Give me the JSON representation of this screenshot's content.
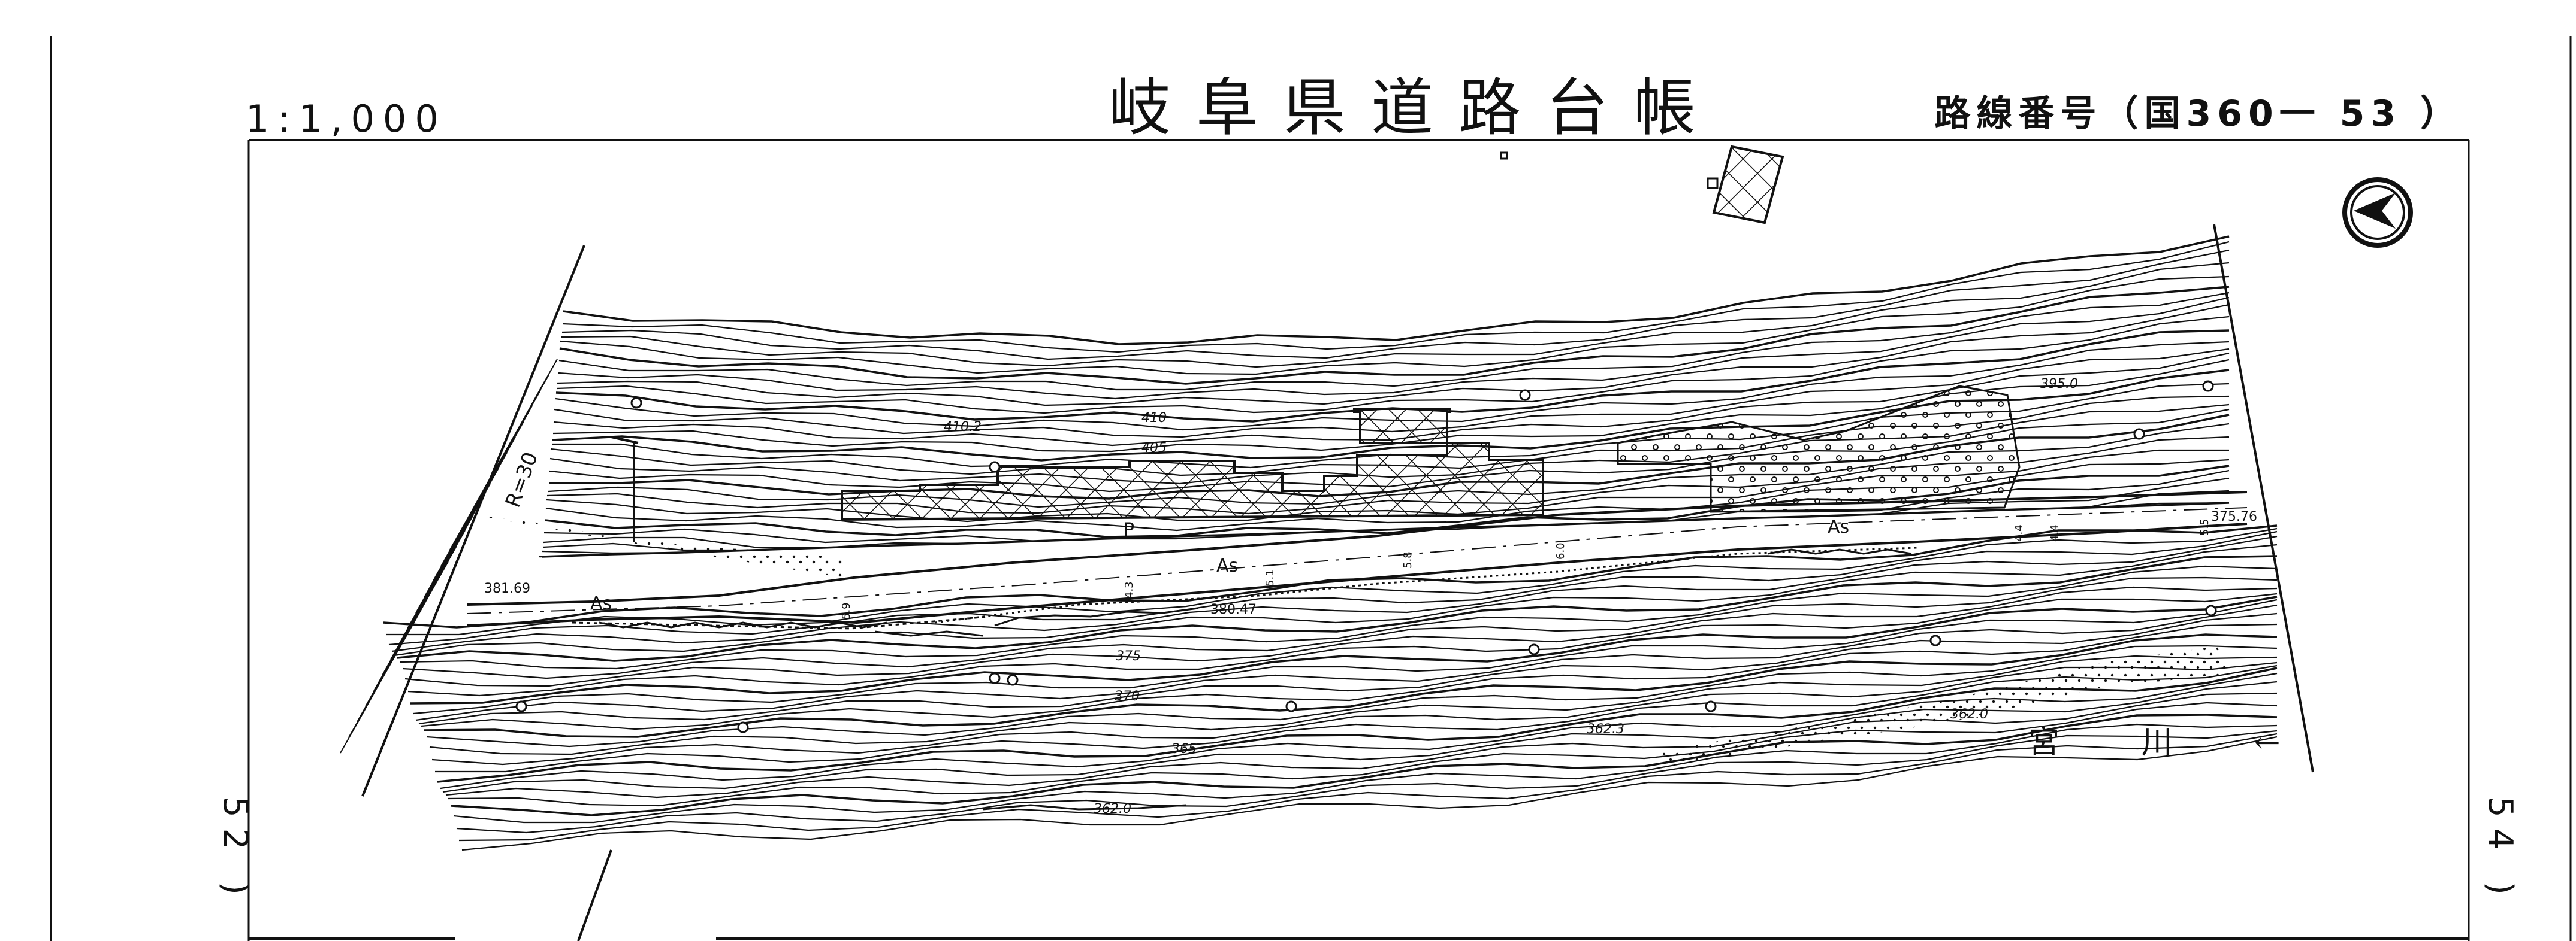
{
  "header": {
    "scale": "1:1,000",
    "title": "岐阜県道路台帳",
    "route_label": "路線番号（国360一 53 ）"
  },
  "side_refs": {
    "left": "52 )",
    "right": "54 )"
  },
  "map": {
    "north_arrow": "north-arrow-icon",
    "contour_labels": [
      "410.2",
      "410",
      "405",
      "395.0",
      "375",
      "370",
      "365",
      "362.0",
      "362.3",
      "362.0"
    ],
    "spot_heights": [
      "381.69",
      "380.47",
      "375.76"
    ],
    "surface_labels": [
      "As",
      "As",
      "As",
      "P"
    ],
    "curve_label": "R=30",
    "width_labels": [
      "5.9",
      "4.3",
      "5.1",
      "5.8",
      "6.0",
      "4.4",
      "4.4",
      "5.5"
    ],
    "river_label": "宮 川 ←"
  }
}
